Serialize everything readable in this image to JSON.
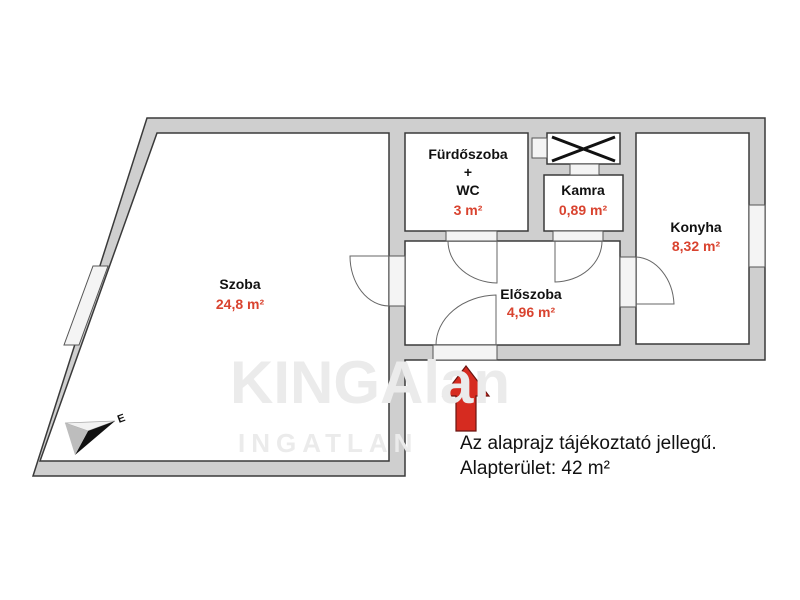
{
  "rooms": {
    "szoba": {
      "name": "Szoba",
      "area": "24,8 m²"
    },
    "furdo": {
      "name": "Fürdőszoba",
      "plus": "+",
      "name2": "WC",
      "area": "3 m²"
    },
    "kamra": {
      "name": "Kamra",
      "area": "0,89 m²"
    },
    "konyha": {
      "name": "Konyha",
      "area": "8,32 m²"
    },
    "eloszoba": {
      "name": "Előszoba",
      "area": "4,96 m²"
    }
  },
  "notes": {
    "disclaimer": "Az alaprajz tájékoztató jellegű.",
    "total_area": "Alapterület: 42 m²"
  },
  "compass": {
    "label": "E"
  },
  "watermark": {
    "brand": "KINGAlan",
    "sub": "INGATLAN"
  },
  "colors": {
    "area_text": "#d9432f",
    "entrance_arrow": "#d62b20",
    "wall": "#cfcfcf"
  }
}
